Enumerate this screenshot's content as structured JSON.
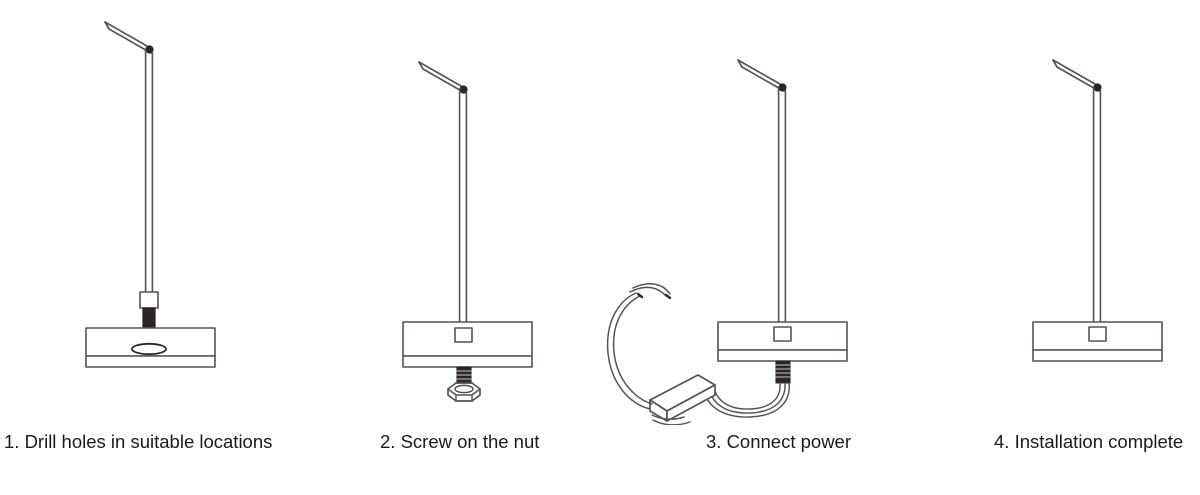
{
  "diagram": {
    "type": "installation-instruction-line-drawing",
    "subject": "desk lamp clamp / through-hole mount installation",
    "background_color": "#ffffff",
    "stroke_color": "#58524f",
    "fill_light": "#ffffff",
    "fill_dark": "#2b2523",
    "panel_count": 4
  },
  "steps": [
    {
      "number": "1",
      "caption": "1. Drill holes in suitable locations",
      "parts": [
        "lamp-arm",
        "lamp-post",
        "drill-bit",
        "drill-chuck-collar",
        "mounting-plate",
        "drilled-hole"
      ]
    },
    {
      "number": "2",
      "caption": "2. Screw on the nut",
      "parts": [
        "lamp-arm",
        "lamp-post",
        "mounting-plate",
        "mounting-collar",
        "threaded-stud",
        "hex-nut"
      ]
    },
    {
      "number": "3",
      "caption": "3. Connect power",
      "parts": [
        "lamp-arm",
        "lamp-post",
        "mounting-plate",
        "mounting-collar",
        "threaded-stud",
        "lamp-wires",
        "power-connector-block",
        "supply-wires"
      ]
    },
    {
      "number": "4",
      "caption": "4. Installation complete",
      "parts": [
        "lamp-arm",
        "lamp-post",
        "mounting-plate",
        "mounting-collar"
      ]
    }
  ]
}
